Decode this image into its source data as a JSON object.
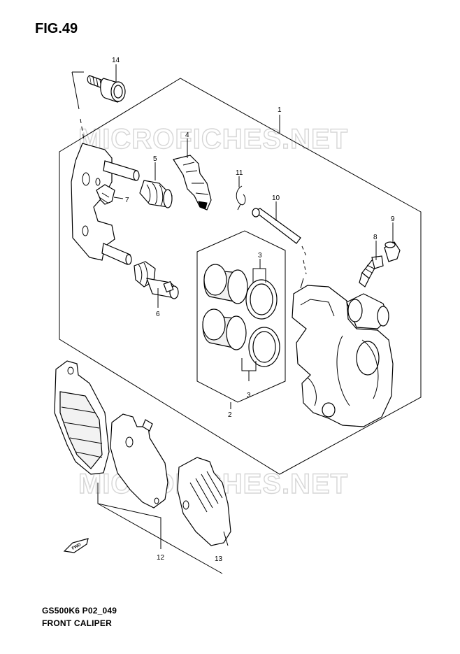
{
  "figure": {
    "title": "FIG.49",
    "model_code": "GS500K6 P02_049",
    "name": "FRONT CALIPER",
    "watermark": "MICROFICHES.NET",
    "fwd_label": "FWD"
  },
  "callouts": [
    {
      "id": "1",
      "part": "caliper-assembly"
    },
    {
      "id": "2",
      "part": "piston-set"
    },
    {
      "id": "3",
      "part": "piston-seal-upper"
    },
    {
      "id": "3",
      "part": "piston-seal-lower"
    },
    {
      "id": "4",
      "part": "pad-spring"
    },
    {
      "id": "5",
      "part": "pin-boot"
    },
    {
      "id": "6",
      "part": "slide-pin-boot"
    },
    {
      "id": "7",
      "part": "bracket-clip"
    },
    {
      "id": "8",
      "part": "bleeder-valve"
    },
    {
      "id": "9",
      "part": "bleeder-cap"
    },
    {
      "id": "10",
      "part": "pad-pin"
    },
    {
      "id": "11",
      "part": "pin-clip"
    },
    {
      "id": "12",
      "part": "brake-pad-set"
    },
    {
      "id": "13",
      "part": "pad-shim"
    },
    {
      "id": "14",
      "part": "mounting-bolt"
    }
  ]
}
